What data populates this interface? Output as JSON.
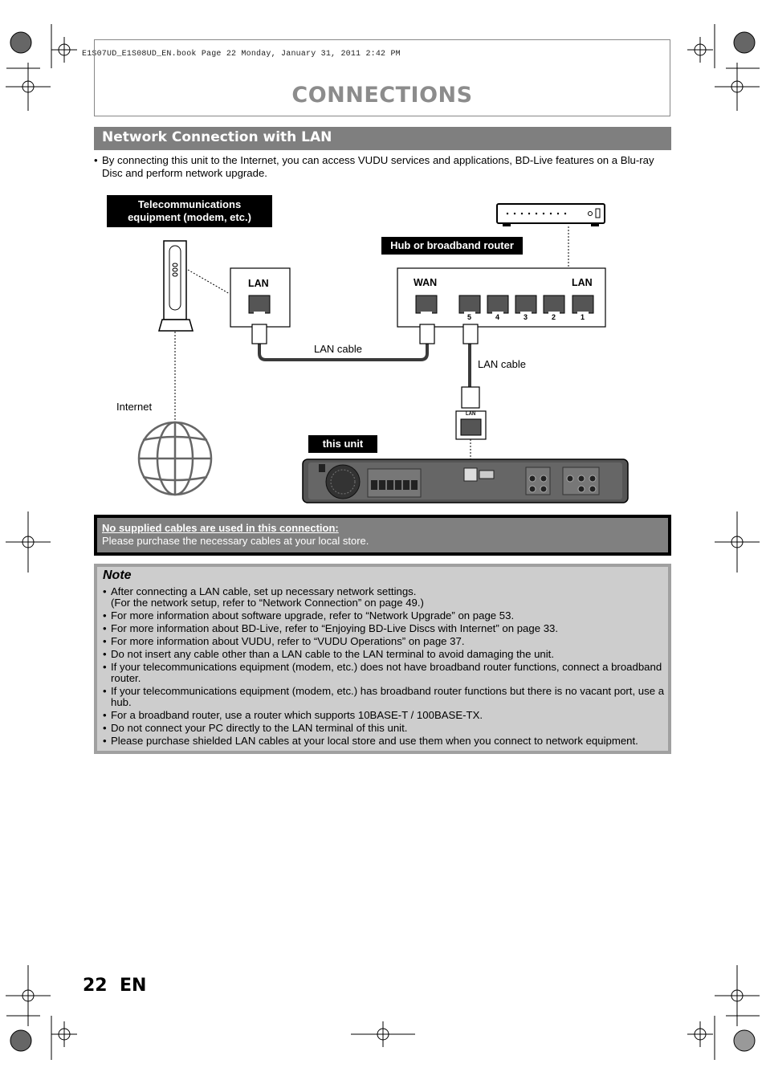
{
  "book_line": "E1S07UD_E1S08UD_EN.book  Page 22  Monday, January 31, 2011  2:42 PM",
  "page_title": "CONNECTIONS",
  "section_title": "Network Connection with LAN",
  "intro_text": "By connecting this unit to the Internet, you can access VUDU services and applications, BD-Live features on a Blu-ray Disc and perform network upgrade.",
  "diagram": {
    "telecom_label_1": "Telecommunications",
    "telecom_label_2": "equipment (modem, etc.)",
    "hub_label": "Hub or broadband router",
    "modem_port_label": "LAN",
    "wan_label": "WAN",
    "lan_label": "LAN",
    "port_numbers": [
      "5",
      "4",
      "3",
      "2",
      "1"
    ],
    "lan_cable_1": "LAN cable",
    "lan_cable_2": "LAN cable",
    "internet_label": "Internet",
    "this_unit_label": "this unit",
    "unit_lan_port": "LAN"
  },
  "notice": {
    "heading": "No supplied cables are used in this connection:",
    "body": "Please purchase the necessary cables at your local store."
  },
  "note": {
    "title": "Note",
    "items": [
      "After connecting a LAN cable, set up necessary network settings.",
      "For more information about software upgrade, refer to “Network Upgrade” on page 53.",
      "For more information about BD-Live, refer to “Enjoying BD-Live Discs with Internet” on page 33.",
      "For more information about VUDU, refer to “VUDU Operations” on page 37.",
      "Do not insert any cable other than a LAN cable to the LAN terminal to avoid damaging the unit.",
      "If your telecommunications equipment (modem, etc.) does not have broadband router functions, connect a broadband router.",
      "If your telecommunications equipment (modem, etc.) has broadband router functions but there is no vacant port, use a hub.",
      "For a broadband router, use a router which supports 10BASE-T / 100BASE-TX.",
      "Do not connect your PC directly to the LAN terminal of this unit.",
      "Please purchase shielded LAN cables at your local store and use them when you connect to network equipment."
    ],
    "item1_sub": "(For the network setup, refer to “Network Connection” on page 49.)"
  },
  "page_number": "22",
  "page_lang": "EN"
}
